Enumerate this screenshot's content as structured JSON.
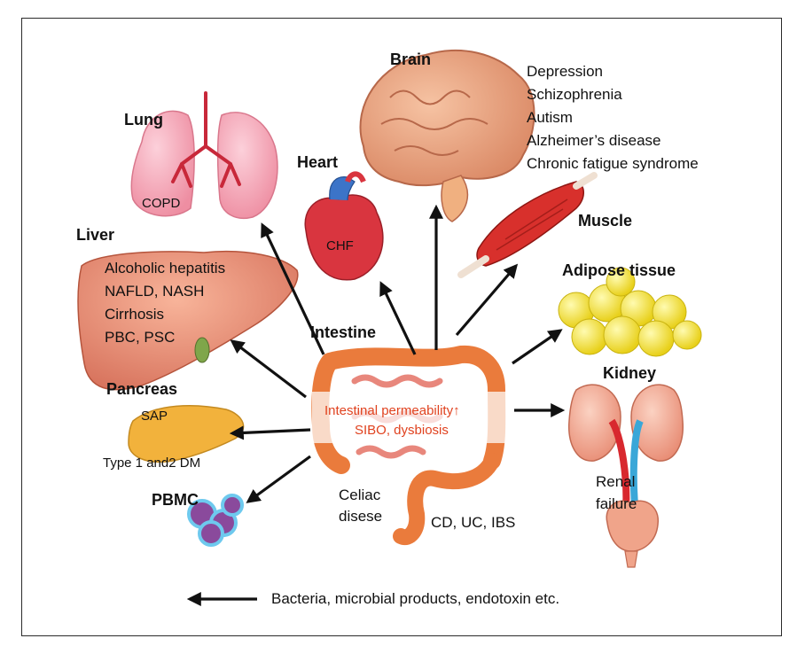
{
  "organs": {
    "brain": "Brain",
    "lung": "Lung",
    "heart": "Heart",
    "muscle": "Muscle",
    "liver": "Liver",
    "adipose": "Adipose tissue",
    "intestine": "Intestine",
    "kidney": "Kidney",
    "pancreas": "Pancreas",
    "pbmc": "PBMC"
  },
  "diseases": {
    "brain": [
      "Depression",
      "Schizophrenia",
      "Autism",
      "Alzheimer’s disease",
      "Chronic fatigue syndrome"
    ],
    "lung": "COPD",
    "heart": "CHF",
    "liver": [
      "Alcoholic hepatitis",
      "NAFLD, NASH",
      "Cirrhosis",
      "PBC, PSC"
    ],
    "pancreas_top": "SAP",
    "pancreas_bottom": "Type 1 and2 DM",
    "intestine_celiac": "Celiac\ndisese",
    "intestine_other": "CD, UC, IBS",
    "kidney": "Renal\nfailure"
  },
  "intestine_center": {
    "line1": "Intestinal permeability↑",
    "line2": "SIBO, dysbiosis"
  },
  "legend": {
    "text": "Bacteria, microbial products, endotoxin etc."
  },
  "colors": {
    "frame": "#2a2a2a",
    "arrow": "#111111",
    "highlight_text": "#e0421f",
    "lung": "#f2a6b4",
    "heart": "#d9353f",
    "brain": "#e8a07a",
    "muscle": "#d8302c",
    "liver": "#e48b6f",
    "adipose": "#f2e13a",
    "intestine": "#ea7b3c",
    "kidney": "#f0a48a",
    "pancreas": "#f2b23c",
    "pbmc": "#8a4a9c"
  }
}
